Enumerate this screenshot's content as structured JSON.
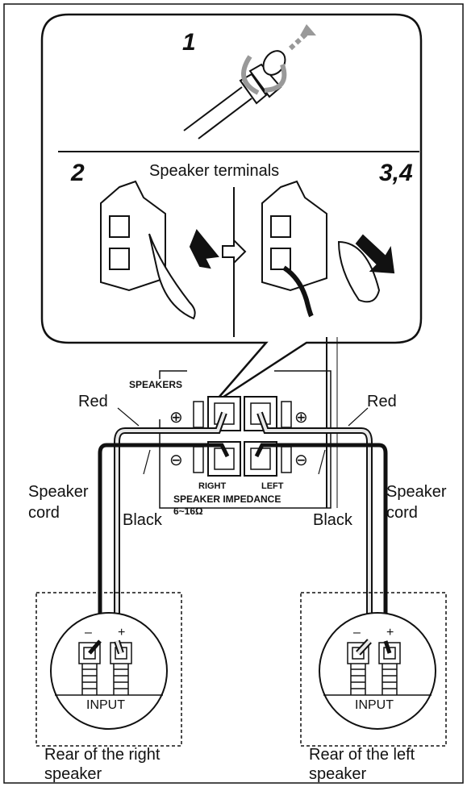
{
  "steps": {
    "s1": "1",
    "s2": "2",
    "s34": "3,4"
  },
  "labels": {
    "speaker_terminals": "Speaker terminals",
    "speakers": "SPEAKERS",
    "right": "RIGHT",
    "left": "LEFT",
    "impedance_line1": "SPEAKER IMPEDANCE",
    "impedance_line2": "6~16Ω",
    "red_left": "Red",
    "red_right": "Red",
    "black_left": "Black",
    "black_right": "Black",
    "cord_left_1": "Speaker",
    "cord_left_2": "cord",
    "cord_right_1": "Speaker",
    "cord_right_2": "cord",
    "input_left": "INPUT",
    "input_right": "INPUT",
    "minus_l": "–",
    "plus_l": "+",
    "minus_r": "–",
    "plus_r": "+",
    "rear_right_1": "Rear of the right",
    "rear_right_2": "speaker",
    "rear_left_1": "Rear of the left",
    "rear_left_2": "speaker",
    "plus_sym": "⊕",
    "minus_sym": "⊖"
  },
  "colors": {
    "ink": "#111111",
    "red_wire_fill": "#e8e8e8",
    "black_wire": "#111111"
  }
}
